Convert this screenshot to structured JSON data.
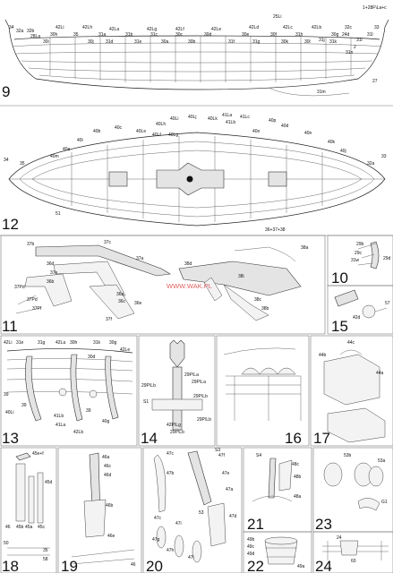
{
  "page": {
    "watermark": "WWW.WAK.PL"
  },
  "panels": [
    {
      "id": "9",
      "number": "9",
      "labels": [
        "1+28F\\La+c",
        "25Li",
        "34",
        "32a",
        "32b",
        "28La",
        "42Li",
        "42Lh",
        "42La",
        "42Lg",
        "42Lf",
        "42Le",
        "42Ld",
        "42Lc",
        "42Lb",
        "32c",
        "33",
        "31l",
        "31i",
        "30g",
        "31j",
        "31h",
        "30f",
        "30e",
        "31g",
        "31f",
        "30d",
        "30c",
        "30b",
        "30a",
        "31e",
        "31d",
        "31c",
        "31b",
        "31a",
        "35",
        "30h",
        "30i",
        "30j",
        "30k",
        "30l",
        "31k",
        "24d",
        "2",
        "31m",
        "27",
        "31n"
      ]
    },
    {
      "id": "12",
      "number": "12",
      "labels": [
        "40Lh",
        "40Li",
        "40Lj",
        "40Lk",
        "40Le",
        "40Lf",
        "40Lg",
        "41La",
        "41Lb",
        "41Lc",
        "40p",
        "40d",
        "40o",
        "40n",
        "40c",
        "40i",
        "40b",
        "40k",
        "40j",
        "40a",
        "40m",
        "34",
        "35",
        "33",
        "32a",
        "36+37+38",
        "51"
      ]
    },
    {
      "id": "11",
      "number": "11",
      "labels": [
        "37b",
        "37c",
        "38a",
        "36d",
        "37a",
        "37e",
        "38d",
        "36b",
        "38i",
        "37Pd",
        "37Pd",
        "37Pf",
        "36c",
        "36e",
        "38c",
        "38b",
        "36a",
        "37f"
      ]
    },
    {
      "id": "10",
      "number": "10",
      "labels": [
        "29b",
        "29c",
        "29d",
        "31w"
      ]
    },
    {
      "id": "15",
      "number": "15",
      "labels": [
        "42d",
        "57"
      ]
    },
    {
      "id": "13",
      "number": "13",
      "labels": [
        "42Li",
        "31e",
        "31g",
        "42La",
        "30h",
        "31k",
        "30g",
        "42Le",
        "39",
        "40Li",
        "39",
        "41Lb",
        "41La",
        "42Lb",
        "40g",
        "30d",
        "39"
      ]
    },
    {
      "id": "14",
      "number": "14",
      "labels": [
        "29P\\Lb",
        "29P\\La",
        "S1",
        "29P\\La",
        "29P\\Lb",
        "42P\\Lg",
        "29P\\Lb",
        "29P\\Lb"
      ]
    },
    {
      "id": "16",
      "number": "16",
      "labels": []
    },
    {
      "id": "17",
      "number": "17",
      "labels": [
        "44c",
        "44b",
        "44a"
      ]
    },
    {
      "id": "18",
      "number": "18",
      "labels": [
        "45e+f",
        "45d",
        "45b",
        "45a",
        "45c",
        "46",
        "50",
        "58",
        "35"
      ]
    },
    {
      "id": "19",
      "number": "19",
      "labels": [
        "46a",
        "46c",
        "46d",
        "46b",
        "46e",
        "46"
      ]
    },
    {
      "id": "20",
      "number": "20",
      "labels": [
        "47c",
        "47b",
        "47f",
        "S3",
        "47e",
        "47a",
        "47d",
        "53",
        "47c",
        "47i",
        "47g",
        "47h",
        "47i"
      ]
    },
    {
      "id": "21",
      "number": "21",
      "labels": [
        "S4",
        "48c",
        "48b",
        "48a"
      ]
    },
    {
      "id": "22",
      "number": "22",
      "labels": [
        "49b",
        "49c",
        "49d",
        "49a"
      ]
    },
    {
      "id": "23",
      "number": "23",
      "labels": [
        "53b",
        "53a",
        "G1"
      ]
    },
    {
      "id": "24",
      "number": "24",
      "labels": [
        "24",
        "60"
      ]
    }
  ]
}
